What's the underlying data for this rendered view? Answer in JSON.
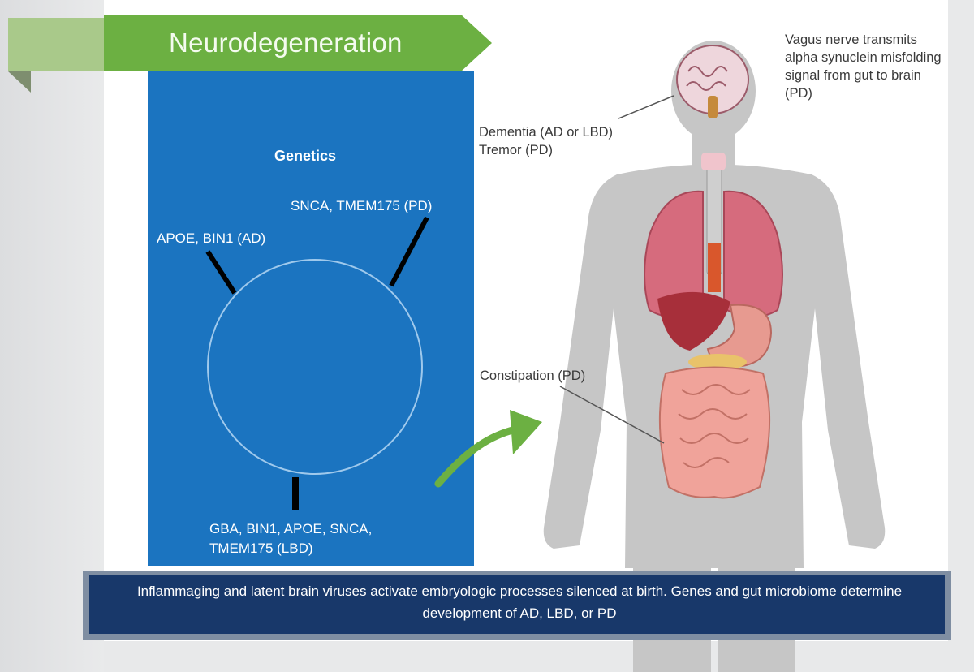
{
  "banner": {
    "title": "Neurodegeneration",
    "color": "#6cb042"
  },
  "genetics": {
    "title": "Genetics",
    "panel_color": "#1b74c0",
    "pd_label": "SNCA, TMEM175 (PD)",
    "ad_label": "APOE, BIN1 (AD)",
    "lbd_label": "GBA, BIN1, APOE, SNCA, TMEM175 (LBD)"
  },
  "body_notes": {
    "vagus": "Vagus nerve transmits alpha synuclein misfolding signal from gut to brain (PD)",
    "dementia_line1": "Dementia (AD or LBD)",
    "dementia_line2": "Tremor (PD)",
    "constipation": "Constipation (PD)"
  },
  "footer": {
    "text": "Inflammaging and latent brain viruses activate embryologic processes silenced at birth. Genes and gut microbiome determine development of AD, LBD, or PD",
    "color": "#18386a"
  },
  "icons": {
    "arrow": "green-curved-arrow-icon",
    "body": "human-anatomy-icon"
  }
}
